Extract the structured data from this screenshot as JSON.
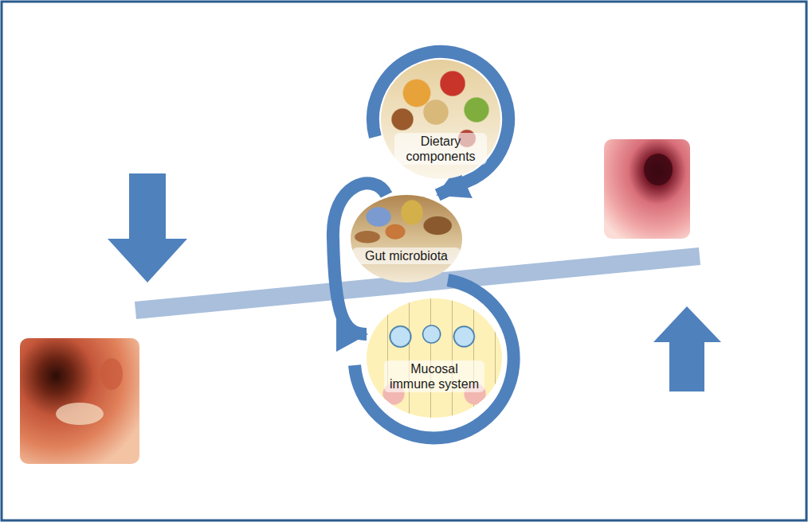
{
  "diagram": {
    "nodes": [
      {
        "text": [
          "Dietary components"
        ]
      },
      {
        "text": [
          "Gut microbiota"
        ]
      },
      {
        "text": [
          "Mucosal immune system"
        ]
      }
    ],
    "edges": [
      {
        "from": 0,
        "to": 1,
        "arrow": "to"
      },
      {
        "from": 1,
        "to": 2,
        "arrow": "to"
      }
    ]
  }
}
